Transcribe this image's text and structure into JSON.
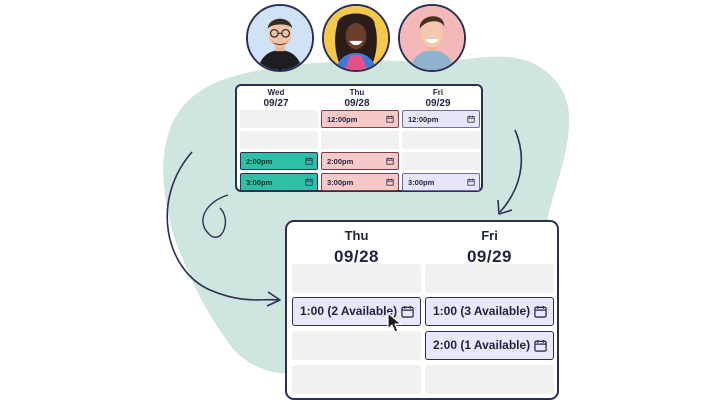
{
  "colors": {
    "navy": "#2b2f55",
    "teal": "#2fbfa6",
    "pink": "#f6c9c9",
    "lavender": "#e6e6f8",
    "blob": "#cfe5df"
  },
  "avatars": [
    {
      "name": "avatar-man-glasses",
      "bg": "#cfe2f6"
    },
    {
      "name": "avatar-woman-smiling",
      "bg": "#f6c84a"
    },
    {
      "name": "avatar-man-smiling",
      "bg": "#f4b8b8"
    }
  ],
  "small_calendar": {
    "columns": [
      {
        "day": "Wed",
        "date": "09/27",
        "slots": [
          "",
          "",
          "2:00pm",
          "3:00pm"
        ],
        "styles": [
          "empty",
          "empty",
          "teal",
          "teal"
        ]
      },
      {
        "day": "Thu",
        "date": "09/28",
        "slots": [
          "12:00pm",
          "",
          "2:00pm",
          "3:00pm"
        ],
        "styles": [
          "pink",
          "empty",
          "pink",
          "pink"
        ]
      },
      {
        "day": "Fri",
        "date": "09/29",
        "slots": [
          "12:00pm",
          "",
          "",
          "3:00pm"
        ],
        "styles": [
          "lav",
          "empty",
          "empty",
          "lav"
        ]
      }
    ]
  },
  "big_calendar": {
    "columns": [
      {
        "day": "Thu",
        "date": "09/28",
        "slots": [
          "",
          "1:00 (2 Available)",
          "",
          ""
        ],
        "styles": [
          "empty",
          "sel",
          "empty",
          "empty"
        ]
      },
      {
        "day": "Fri",
        "date": "09/29",
        "slots": [
          "",
          "1:00 (3 Available)",
          "2:00 (1 Available)",
          ""
        ],
        "styles": [
          "empty",
          "sel",
          "sel",
          "empty"
        ]
      }
    ]
  },
  "icons": {
    "slot_icon": "calendar-icon",
    "pointer": "mouse-pointer-icon"
  }
}
